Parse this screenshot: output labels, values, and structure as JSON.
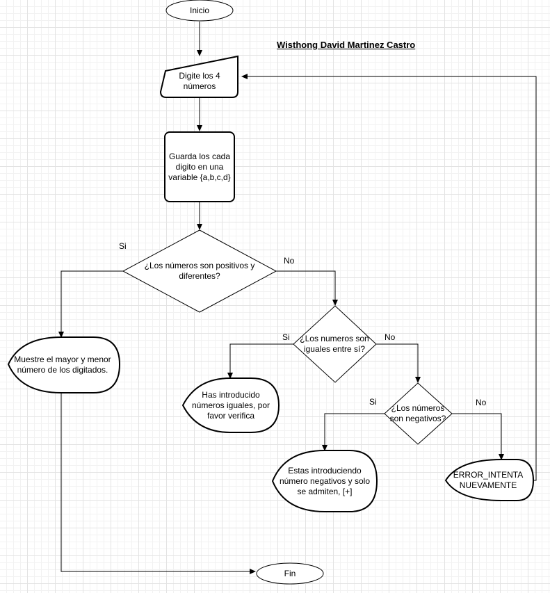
{
  "title": "Wisthong David Martinez Castro",
  "nodes": {
    "start": "Inicio",
    "input": "Digite los 4 números",
    "store": "Guarda los cada digito en una variable {a,b,c,d}",
    "check_positive": "¿Los números son positivos y diferentes?",
    "show_result": "Muestre el mayor y menor número de los digitados.",
    "check_equal": "¿Los numeros son iguales entre sí?",
    "equal_msg": "Has introducido números iguales, por favor verifica",
    "check_negative": "¿Los números son negativos?",
    "negative_msg": "Estas introduciendo número negativos y solo se admiten, [+]",
    "error_msg": "ERROR_INTENTA NUEVAMENTE",
    "end": "Fin"
  },
  "edge_labels": {
    "positive_yes": "Si",
    "positive_no": "No",
    "equal_yes": "Si",
    "equal_no": "No",
    "negative_yes": "Si",
    "negative_no": "No"
  }
}
